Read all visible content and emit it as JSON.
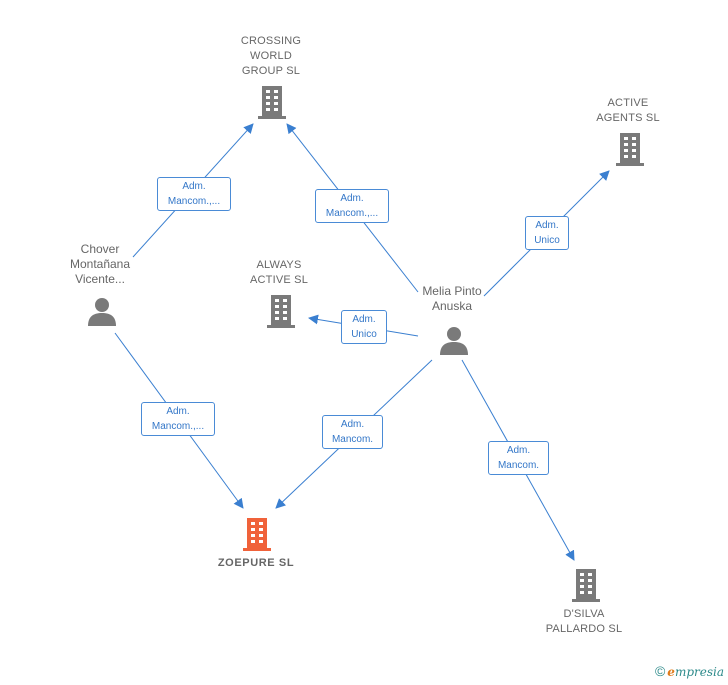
{
  "nodes": {
    "crossing": {
      "lines": [
        "CROSSING",
        "WORLD",
        "GROUP SL"
      ],
      "kind": "company"
    },
    "active_agents": {
      "lines": [
        "ACTIVE",
        "AGENTS SL"
      ],
      "kind": "company"
    },
    "always_active": {
      "lines": [
        "ALWAYS",
        "ACTIVE SL"
      ],
      "kind": "company"
    },
    "chover": {
      "lines": [
        "Chover",
        "Montañana",
        "Vicente..."
      ],
      "kind": "person"
    },
    "melia": {
      "lines": [
        "Melia Pinto",
        "Anuska"
      ],
      "kind": "person"
    },
    "zoepure": {
      "lines": [
        "ZOEPURE  SL"
      ],
      "kind": "company-main"
    },
    "dsilva": {
      "lines": [
        "D'SILVA",
        "PALLARDO SL"
      ],
      "kind": "company"
    }
  },
  "edges": {
    "chover_crossing": {
      "lines": [
        "Adm.",
        "Mancom.,..."
      ]
    },
    "melia_crossing": {
      "lines": [
        "Adm.",
        "Mancom.,..."
      ]
    },
    "melia_active_agents": {
      "lines": [
        "Adm.",
        "Unico"
      ]
    },
    "melia_always_active": {
      "lines": [
        "Adm.",
        "Unico"
      ]
    },
    "chover_zoepure": {
      "lines": [
        "Adm.",
        "Mancom.,..."
      ]
    },
    "melia_zoepure": {
      "lines": [
        "Adm.",
        "Mancom."
      ]
    },
    "melia_dsilva": {
      "lines": [
        "Adm.",
        "Mancom."
      ]
    }
  },
  "colors": {
    "edge": "#3a7fd0",
    "company_icon": "#7a7a7a",
    "main_company_icon": "#f0623a",
    "person_icon": "#7a7a7a"
  },
  "icons": {
    "company": "building-icon",
    "person": "person-icon"
  },
  "watermark": {
    "copyright": "©",
    "brand_initial": "e",
    "brand_rest": "mpresia"
  }
}
